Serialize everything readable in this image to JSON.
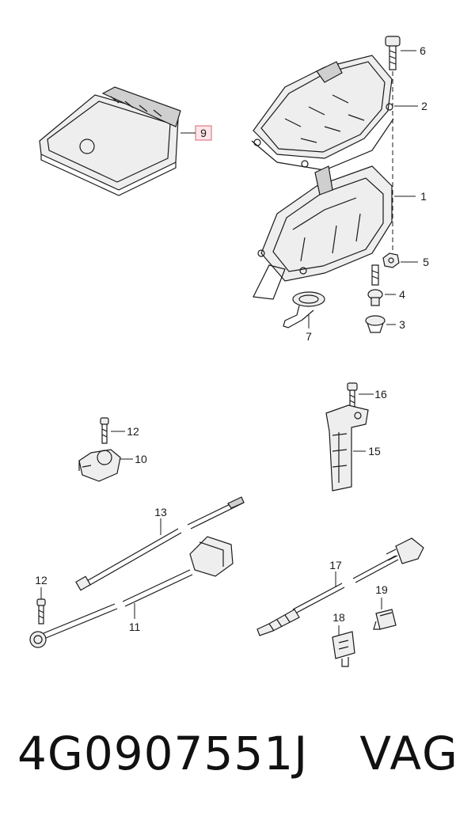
{
  "callouts": {
    "c1": "1",
    "c2": "2",
    "c3": "3",
    "c4": "4",
    "c5": "5",
    "c6": "6",
    "c7": "7",
    "c9": "9",
    "c10": "10",
    "c11": "11",
    "c12a": "12",
    "c12b": "12",
    "c13": "13",
    "c15": "15",
    "c16": "16",
    "c17": "17",
    "c18": "18",
    "c19": "19"
  },
  "highlight_color": "#e06070",
  "footer": {
    "part_number": "4G0907551J",
    "brand": "VAG"
  }
}
